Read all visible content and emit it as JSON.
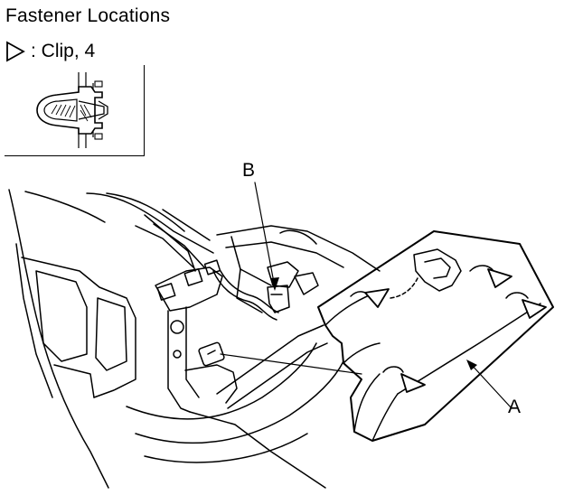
{
  "title": "Fastener Locations",
  "legend": {
    "symbol": "open-triangle-pointer",
    "label": ": Clip, 4"
  },
  "inset": {
    "subject": "clip-cross-section"
  },
  "callouts": {
    "a": "A",
    "b": "B"
  },
  "colors": {
    "line": "#000000",
    "background": "#ffffff"
  }
}
